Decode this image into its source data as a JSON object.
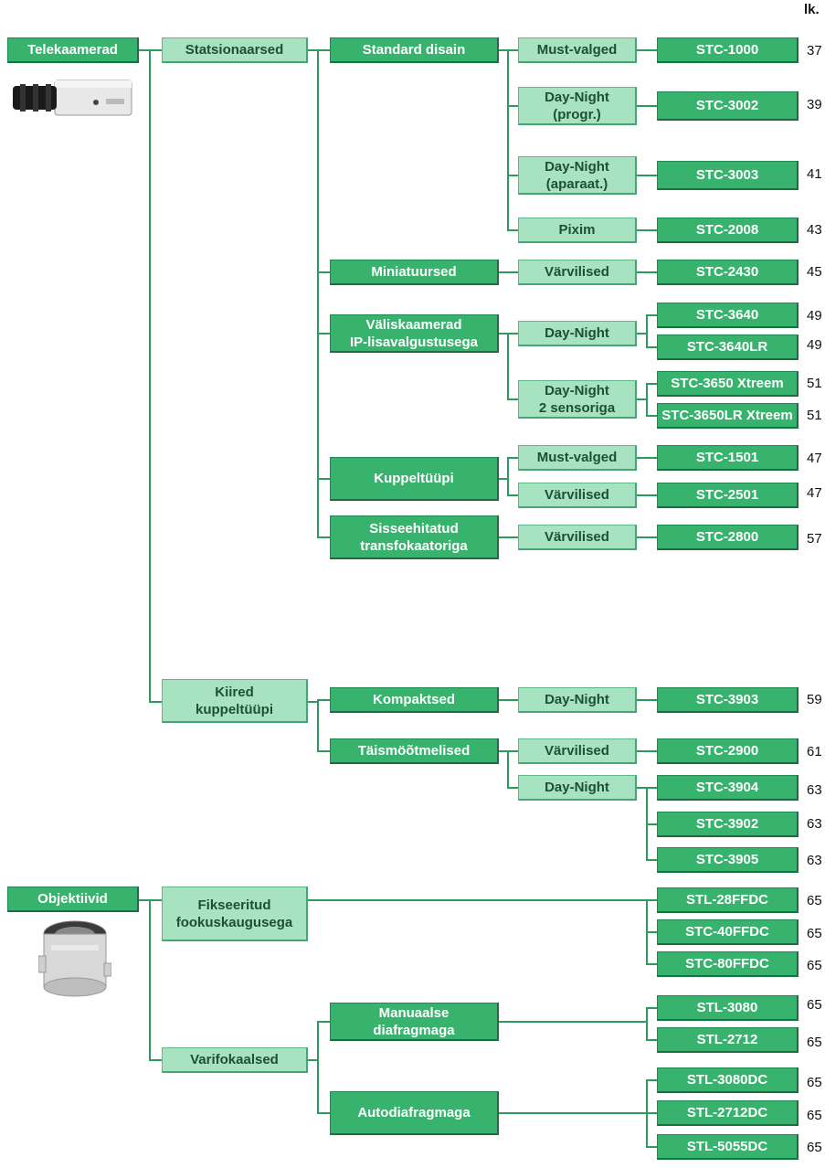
{
  "header": {
    "page_col": "lk."
  },
  "nodes": {
    "telekaamerad": "Telekaamerad",
    "statsionaarsed": "Statsionaarsed",
    "kiired": "Kiired\nkuppeltüüpi",
    "standard": "Standard disain",
    "miniatuursed": "Miniatuursed",
    "valiskaamerad": "Väliskaamerad\nIP-lisavalgustusega",
    "kuppel": "Kuppeltüüpi",
    "sisseehitatud": "Sisseehitatud\ntransfokaatoriga",
    "kompaktsed": "Kompaktsed",
    "taismoot": "Täismöõtmelised",
    "mv1": "Must-valged",
    "dn_progr": "Day-Night\n(progr.)",
    "dn_apar": "Day-Night\n(aparaat.)",
    "pixim": "Pixim",
    "varv1": "Värvilised",
    "dn1": "Day-Night",
    "dn2s": "Day-Night\n2 sensoriga",
    "mv2": "Must-valged",
    "varv2": "Värvilised",
    "varv3": "Värvilised",
    "dn3": "Day-Night",
    "varv4": "Värvilised",
    "dn4": "Day-Night",
    "objektiivid": "Objektiivid",
    "fikseeritud": "Fikseeritud\nfookuskaugusega",
    "varifokaalsed": "Varifokaalsed",
    "manuaalse": "Manuaalse\ndiafragmaga",
    "autodiafragma": "Autodiafragmaga"
  },
  "models": [
    {
      "name": "STC-1000",
      "page": "37"
    },
    {
      "name": "STC-3002",
      "page": "39"
    },
    {
      "name": "STC-3003",
      "page": "41"
    },
    {
      "name": "STC-2008",
      "page": "43"
    },
    {
      "name": "STC-2430",
      "page": "45"
    },
    {
      "name": "STC-3640",
      "page": "49"
    },
    {
      "name": "STC-3640LR",
      "page": "49"
    },
    {
      "name": "STC-3650 Xtreem",
      "page": "51"
    },
    {
      "name": "STC-3650LR Xtreem",
      "page": "51"
    },
    {
      "name": "STC-1501",
      "page": "47"
    },
    {
      "name": "STC-2501",
      "page": "47"
    },
    {
      "name": "STC-2800",
      "page": "57"
    },
    {
      "name": "STC-3903",
      "page": "59"
    },
    {
      "name": "STC-2900",
      "page": "61"
    },
    {
      "name": "STC-3904",
      "page": "63"
    },
    {
      "name": "STC-3902",
      "page": "63"
    },
    {
      "name": "STC-3905",
      "page": "63"
    },
    {
      "name": "STL-28FFDC",
      "page": "65"
    },
    {
      "name": "STC-40FFDC",
      "page": "65"
    },
    {
      "name": "STC-80FFDC",
      "page": "65"
    },
    {
      "name": "STL-3080",
      "page": "65"
    },
    {
      "name": "STL-2712",
      "page": "65"
    },
    {
      "name": "STL-3080DC",
      "page": "65"
    },
    {
      "name": "STL-2712DC",
      "page": "65"
    },
    {
      "name": "STL-5055DC",
      "page": "65"
    }
  ],
  "colors": {
    "dark_box": "#38b36e",
    "light_box": "#a8e3c1",
    "connector": "#2e9a5c"
  },
  "icons": {
    "camera": "box-camera-icon",
    "lens": "varifocal-lens-icon"
  }
}
